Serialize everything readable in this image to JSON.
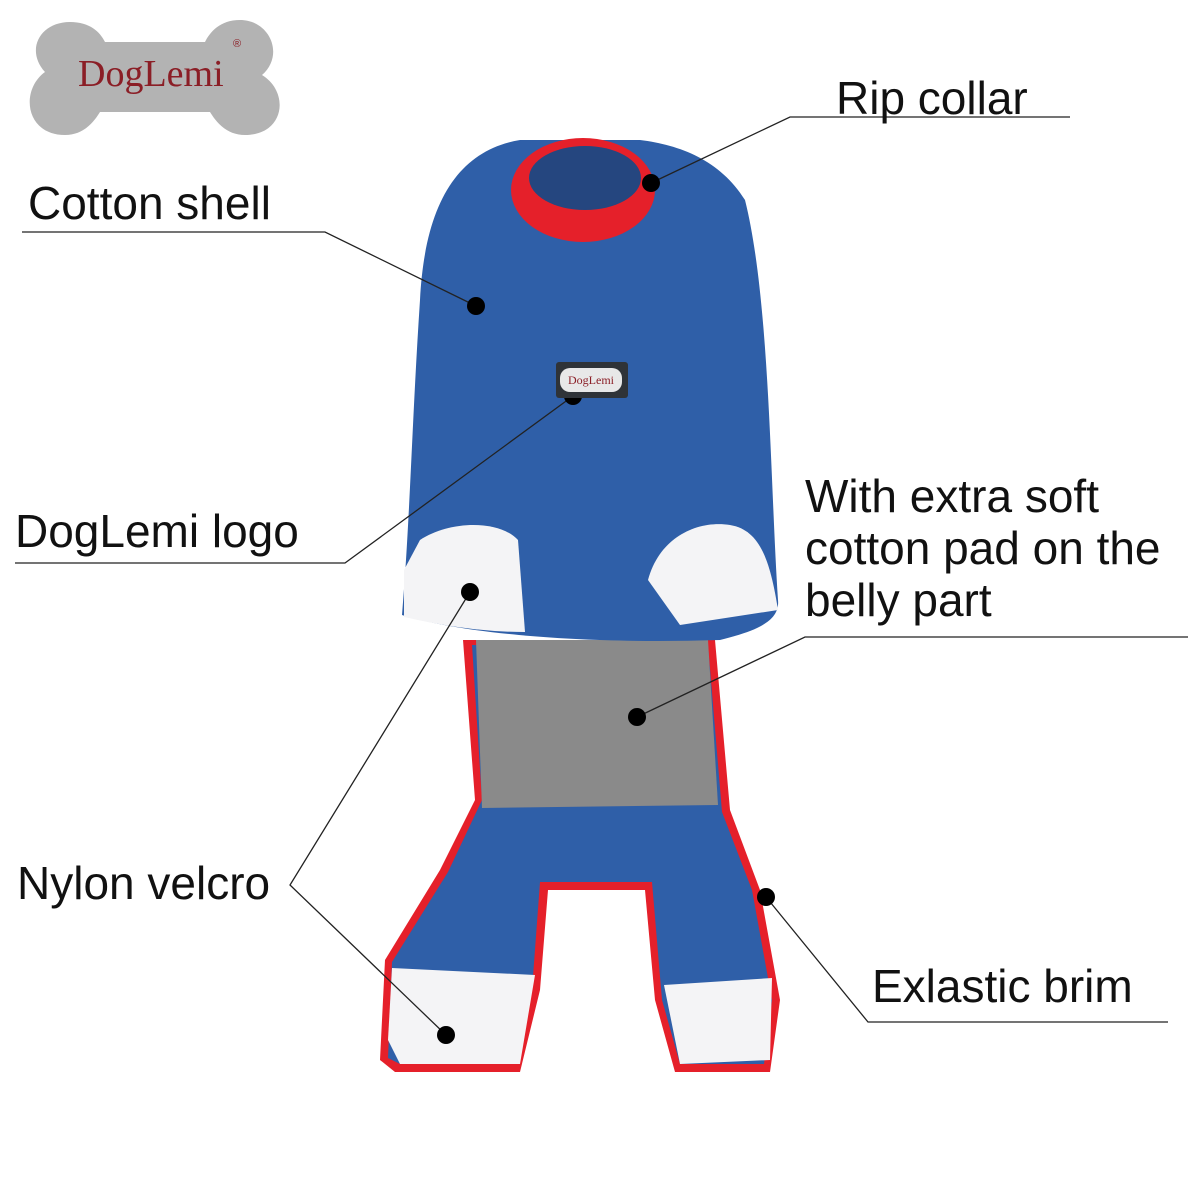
{
  "brand": {
    "logo_text": "DogLemi",
    "registered": "®"
  },
  "garment_tag": {
    "text": "DogLemi"
  },
  "callouts": {
    "rip_collar": "Rip collar",
    "cotton_shell": "Cotton shell",
    "logo": "DogLemi logo",
    "belly_pad": [
      "With extra soft",
      "cotton pad on the",
      "belly part"
    ],
    "velcro": "Nylon velcro",
    "brim": "Exlastic brim"
  },
  "colors": {
    "shell": "#2f5fa8",
    "collar": "#e5202a",
    "belly": "#8a8a8a",
    "velcro": "#f4f4f6",
    "logo_bg": "#b3b3b3",
    "logo_text": "#8b1e26"
  }
}
